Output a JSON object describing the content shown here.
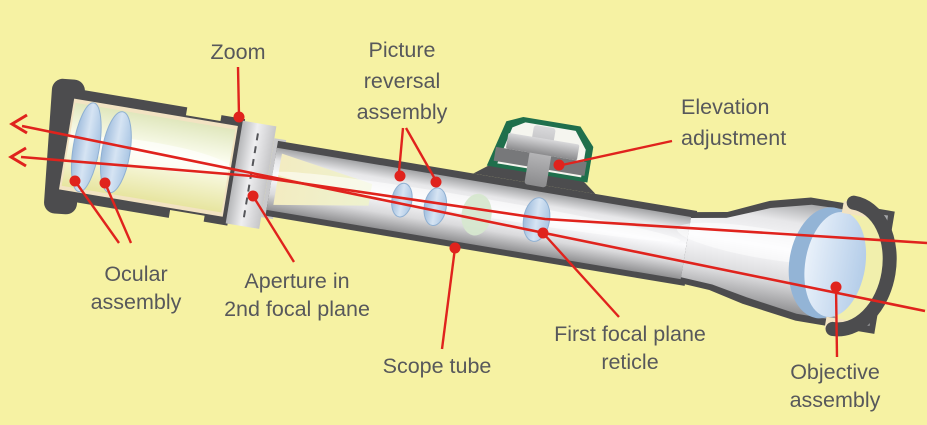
{
  "diagram": {
    "labels": {
      "zoom": {
        "lines": [
          "Zoom"
        ]
      },
      "picture_reversal": {
        "lines": [
          "Picture",
          "reversal",
          "assembly"
        ]
      },
      "elevation": {
        "lines": [
          "Elevation",
          "adjustment"
        ]
      },
      "ocular": {
        "lines": [
          "Ocular",
          "assembly"
        ]
      },
      "aperture": {
        "lines": [
          "Aperture in",
          "2nd focal plane"
        ]
      },
      "scope_tube": {
        "lines": [
          "Scope tube"
        ]
      },
      "first_focal_plane": {
        "lines": [
          "First focal plane",
          "reticle"
        ]
      },
      "objective": {
        "lines": [
          "Objective",
          "assembly"
        ]
      }
    },
    "colors": {
      "background": "#f6f2a3",
      "label_text": "#57585b",
      "leader_red": "#e0231d",
      "scope_dark": "#4c4c4e",
      "tube_light": "#e8e8ea",
      "cream": "#f2e3c2",
      "glass_yellow": "#eef0c4",
      "lens_blue": "#b7cfe8",
      "lens_edge": "#8fb0d2",
      "turret_green": "#1f6f4c"
    }
  }
}
